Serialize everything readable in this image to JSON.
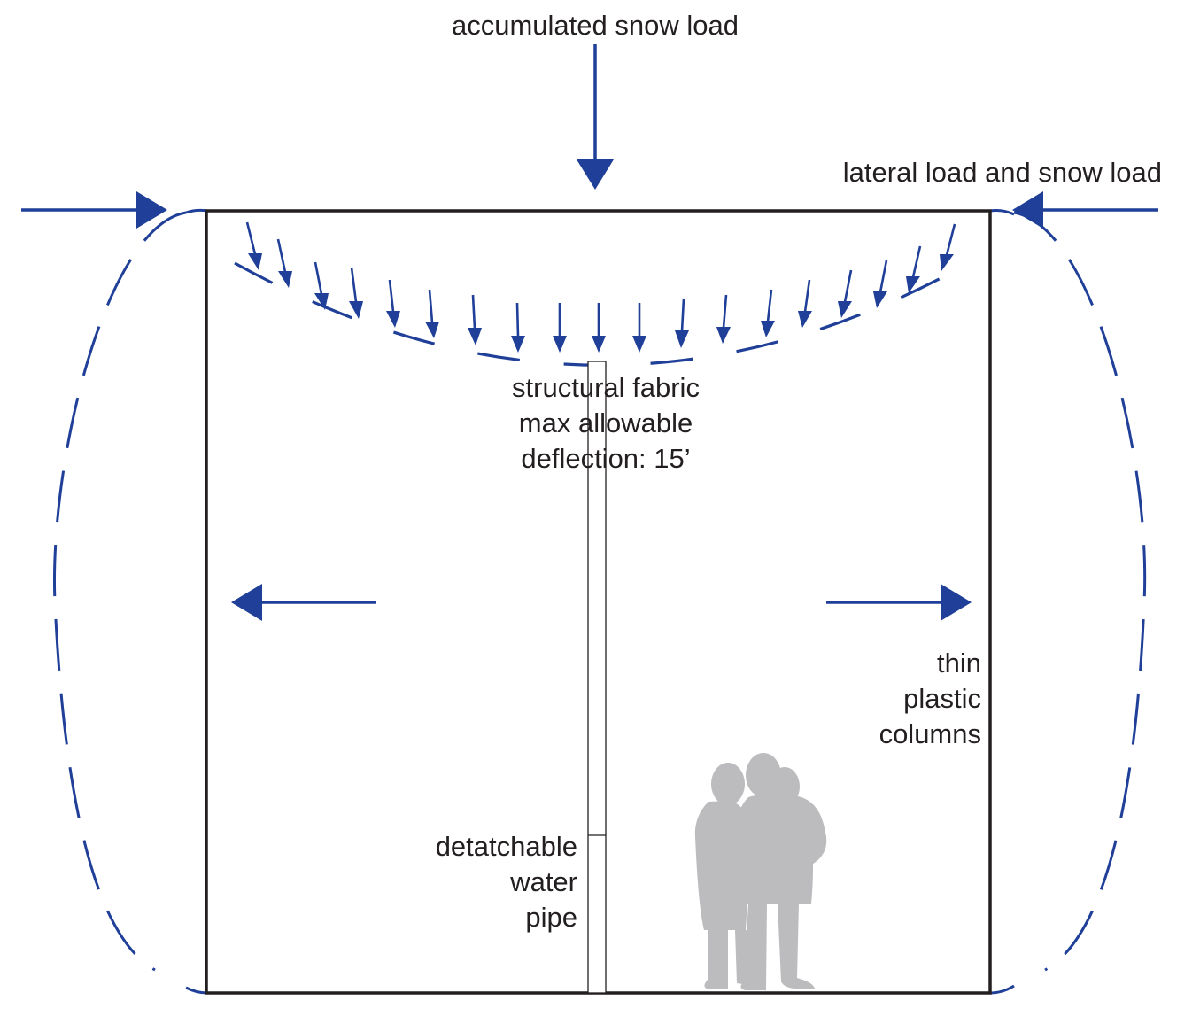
{
  "labels": {
    "top_load": "accumulated snow load",
    "lateral_load": "lateral load and snow load",
    "fabric": [
      "structural fabric",
      "max allowable",
      "deflection: 15’"
    ],
    "columns": [
      "thin",
      "plastic",
      "columns"
    ],
    "pipe": [
      "detatchable",
      "water",
      "pipe"
    ]
  },
  "colors": {
    "load_arrows": "#1f3f98",
    "frame": "#231f20",
    "human_figures": "#bcbbbd",
    "text": "#231f20"
  },
  "icons": {
    "figures": "human-silhouette-pair-icon"
  }
}
